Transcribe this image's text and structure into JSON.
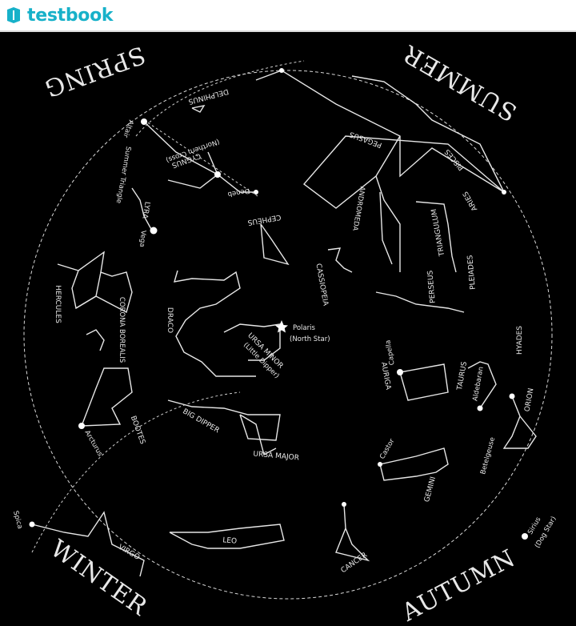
{
  "header": {
    "brand": "testbook",
    "brand_color": "#17b1c9"
  },
  "seasons": {
    "spring": "SPRING",
    "summer": "SUMMER",
    "autumn": "AUTUMN",
    "winter": "WINTER"
  },
  "constellations": {
    "delphinus": "DELPHINUS",
    "cygnus": "CYGNUS",
    "northern_cross": "(Northern Cross)",
    "pegasus": "PEGASUS",
    "pisces": "PISCES",
    "aries": "ARIES",
    "andromeda": "ANDROMEDA",
    "triangulum": "TRIANGULUM",
    "perseus": "PERSEUS",
    "cepheus": "CEPHEUS",
    "cassiopeia": "CASSIOPEIA",
    "lyra": "LYRA",
    "summer_triangle": "Summer Triangle",
    "hercules": "HERCULES",
    "corona_borealis": "CORONA BOREALIS",
    "draco": "DRACO",
    "ursa_minor": "URSA MINOR",
    "little_dipper": "(Little Dipper)",
    "polaris": "Polaris",
    "north_star": "(North Star)",
    "auriga": "AURIGA",
    "taurus": "TAURUS",
    "hyades": "HYADES",
    "pleiades": "PLEIADES",
    "orion": "ORION",
    "bootes": "BOOTES",
    "big_dipper": "BIG DIPPER",
    "ursa_major": "URSA MAJOR",
    "gemini": "GEMINI",
    "virgo": "VIRGO",
    "leo": "LEO",
    "cancer": "CANCER"
  },
  "stars": {
    "altair": "Altair",
    "deneb": "Deneb",
    "vega": "Vega",
    "arcturus": "Arcturus",
    "spica": "Spica",
    "capella": "Capella",
    "aldebaran": "Aldebaran",
    "betelgeuse": "Betelgeuse",
    "castor": "Castor",
    "sirius": "Sirius",
    "dog_star": "(Dog Star)"
  }
}
